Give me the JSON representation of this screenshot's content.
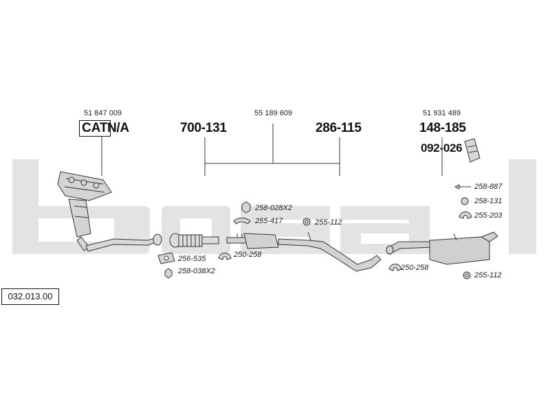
{
  "oem_numbers": {
    "left": "51 847 009",
    "middle": "55 189 609",
    "right": "51 931 489"
  },
  "catalyst": {
    "cat_label": "CAT",
    "na_label": "N/A"
  },
  "assembly_numbers": {
    "front_pipe": "700-131",
    "middle_silencer": "286-115",
    "rear_silencer": "148-185",
    "heat_shield_kit": "092-026"
  },
  "part_numbers": {
    "nut_upper": "258-028X2",
    "clamp_upper": "255-417",
    "rubber_mid": "255-112",
    "gasket": "256-535",
    "nut_lower": "258-038X2",
    "clamp_mid": "250-258",
    "bolt_right": "258-887",
    "ring_right": "258-131",
    "hanger_right": "255-203",
    "clamp_right": "250-258",
    "rubber_right": "255-112"
  },
  "diagram_code": "032.013.00",
  "colors": {
    "watermark": "#e2e2e2",
    "line": "#333333",
    "fill": "#cfcfcf"
  }
}
